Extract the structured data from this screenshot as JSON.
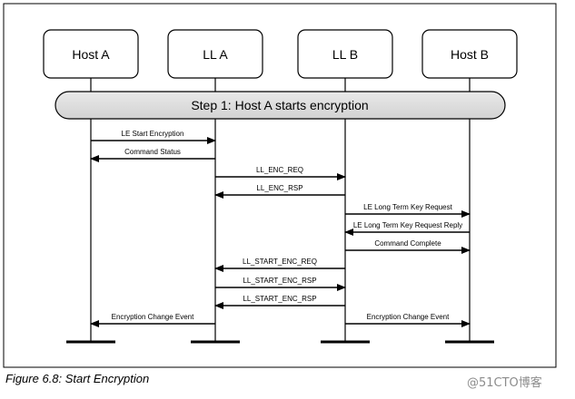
{
  "participants": [
    {
      "id": "host-a",
      "label": "Host A"
    },
    {
      "id": "ll-a",
      "label": "LL A"
    },
    {
      "id": "ll-b",
      "label": "LL B"
    },
    {
      "id": "host-b",
      "label": "Host B"
    }
  ],
  "step_banner": "Step 1: Host A starts encryption",
  "messages": [
    {
      "label": "LE Start Encryption",
      "from": "host-a",
      "to": "ll-a"
    },
    {
      "label": "Command Status",
      "from": "ll-a",
      "to": "host-a"
    },
    {
      "label": "LL_ENC_REQ",
      "from": "ll-a",
      "to": "ll-b"
    },
    {
      "label": "LL_ENC_RSP",
      "from": "ll-b",
      "to": "ll-a"
    },
    {
      "label": "LE Long Term Key Request",
      "from": "ll-b",
      "to": "host-b"
    },
    {
      "label": "LE Long Term Key Request Reply",
      "from": "host-b",
      "to": "ll-b"
    },
    {
      "label": "Command Complete",
      "from": "ll-b",
      "to": "host-b"
    },
    {
      "label": "LL_START_ENC_REQ",
      "from": "ll-b",
      "to": "ll-a"
    },
    {
      "label": "LL_START_ENC_RSP",
      "from": "ll-a",
      "to": "ll-b"
    },
    {
      "label": "LL_START_ENC_RSP",
      "from": "ll-b",
      "to": "ll-a"
    },
    {
      "label": "Encryption Change Event",
      "from": "ll-a",
      "to": "host-a"
    },
    {
      "label": "Encryption Change Event",
      "from": "ll-b",
      "to": "host-b"
    }
  ],
  "caption": "Figure 6.8:  Start Encryption",
  "watermark": "@51CTO博客"
}
